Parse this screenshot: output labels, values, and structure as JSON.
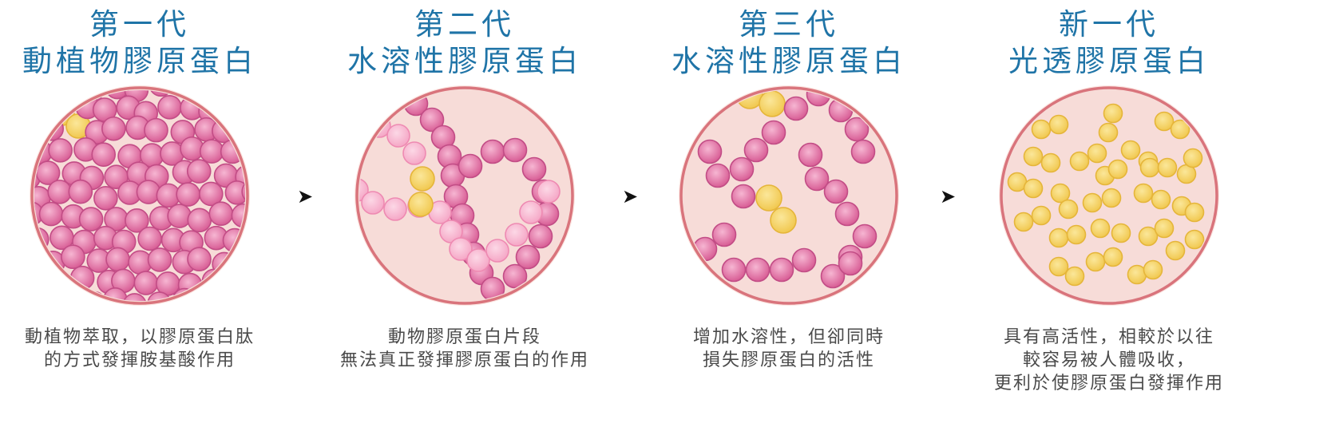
{
  "panels": [
    {
      "title_line1": "第一代",
      "title_line2": "動植物膠原蛋白",
      "desc": [
        "動植物萃取，以膠原蛋白肽",
        "的方式發揮胺基酸作用"
      ]
    },
    {
      "title_line1": "第二代",
      "title_line2": "水溶性膠原蛋白",
      "desc": [
        "動物膠原蛋白片段",
        "無法真正發揮膠原蛋白的作用"
      ]
    },
    {
      "title_line1": "第三代",
      "title_line2": "水溶性膠原蛋白",
      "desc": [
        "增加水溶性，但卻同時",
        "損失膠原蛋白的活性"
      ]
    },
    {
      "title_line1": "新一代",
      "title_line2": "光透膠原蛋白",
      "desc": [
        "具有高活性，相較於以往",
        "較容易被人體吸收，",
        "更利於使膠原蛋白發揮作用"
      ]
    }
  ],
  "arrow_glyph": "➤",
  "colors": {
    "title": "#1f74a7",
    "text": "#4a4a4a",
    "circle_fill": "#f7dcd8",
    "circle_ring": "#d9747c",
    "pink_molecule": "#e07aa6",
    "light_pink_molecule": "#f5aac8",
    "yellow_molecule": "#f3cf5e"
  }
}
